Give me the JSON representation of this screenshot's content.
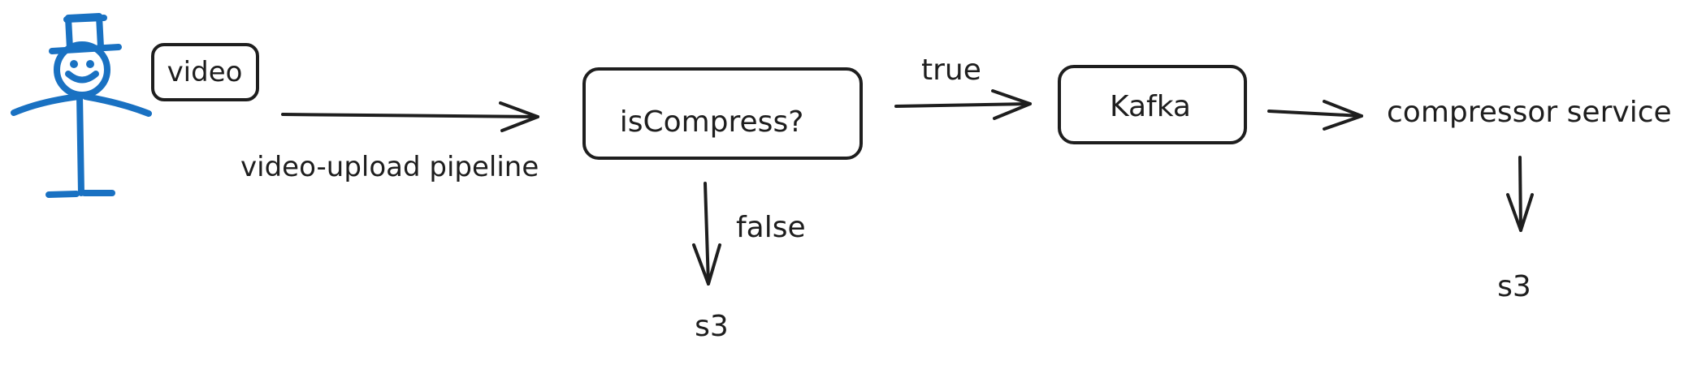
{
  "colors": {
    "ink": "#1e1e1e",
    "user_figure": "#1971c2",
    "background": "#ffffff"
  },
  "user": {
    "icon": "stick-figure-with-top-hat-icon",
    "label": "video"
  },
  "pipeline": {
    "label": "video-upload pipeline"
  },
  "decision": {
    "label": "isCompress?",
    "true_label": "true",
    "false_label": "false",
    "false_target": "s3"
  },
  "queue": {
    "label": "Kafka"
  },
  "service": {
    "label": "compressor service",
    "target": "s3"
  }
}
